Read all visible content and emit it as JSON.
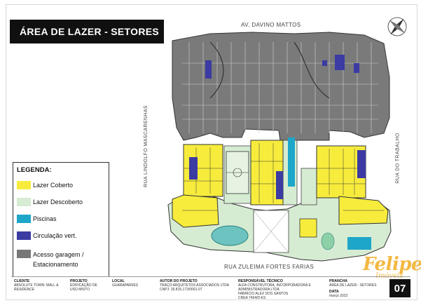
{
  "title": "ÁREA DE LAZER - SETORES",
  "streets": {
    "top": "AV. DAVINO MATTOS",
    "left": "RUA LINDOLFO MASCARENHAS",
    "right": "RUA DO TRABALHO",
    "bottom": "RUA ZULEIMA FORTES FARIAS"
  },
  "legend": {
    "title": "LEGENDA:",
    "items": [
      {
        "label": "Lazer Coberto",
        "color": "#f7ec3c"
      },
      {
        "label": "Lazer Descoberto",
        "color": "#d6ecd2"
      },
      {
        "label": "Piscinas",
        "color": "#1ea6c9"
      },
      {
        "label": "Circulação vert.",
        "color": "#3b3ba3"
      },
      {
        "label": "Acesso garagem / Estacionamento",
        "color": "#777777"
      }
    ]
  },
  "colors": {
    "lazer_coberto": "#f7ec3c",
    "lazer_descoberto": "#d6ecd2",
    "piscinas": "#1ea6c9",
    "circulacao": "#3b3ba3",
    "garagem": "#777777",
    "title_bg": "#101010",
    "watermark": "#f2b233"
  },
  "titleblock": {
    "cliente_h": "CLIENTE",
    "cliente_v": "ABSOLUTE TOWN: MALL & RESIDENCE",
    "projeto_h": "PROJETO",
    "projeto_v": "EDIFICAÇÃO DE USO MISTO",
    "local_h": "LOCAL",
    "local_v": "GUARAPARI/ES",
    "autor_h": "AUTOR DO PROJETO",
    "autor_v1": "TRAÇO ARQUITETOS ASSOCIADOS LTDA",
    "autor_v2": "CNPJ: 26.815.172/0001-07",
    "resp_h": "RESPONSÁVEL TÉCNICO",
    "resp_v1": "ALFA CONSTRUTORA, INCORPORADORA E ADMINISTRADORA LTDA",
    "resp_v2": "FABRÍCIO ALEX DOS SANTOS",
    "resp_v3": "CREA 7464/D-ES",
    "prancha_h": "PRANCHA",
    "prancha_v": "ÁREA DE LAZER - SETORES",
    "data_h": "DATA",
    "data_v": "março 2022",
    "sheet_number": "07"
  },
  "watermark": {
    "name": "Felipe",
    "sub": "Imóveis"
  },
  "icons": [
    "compass-icon"
  ]
}
